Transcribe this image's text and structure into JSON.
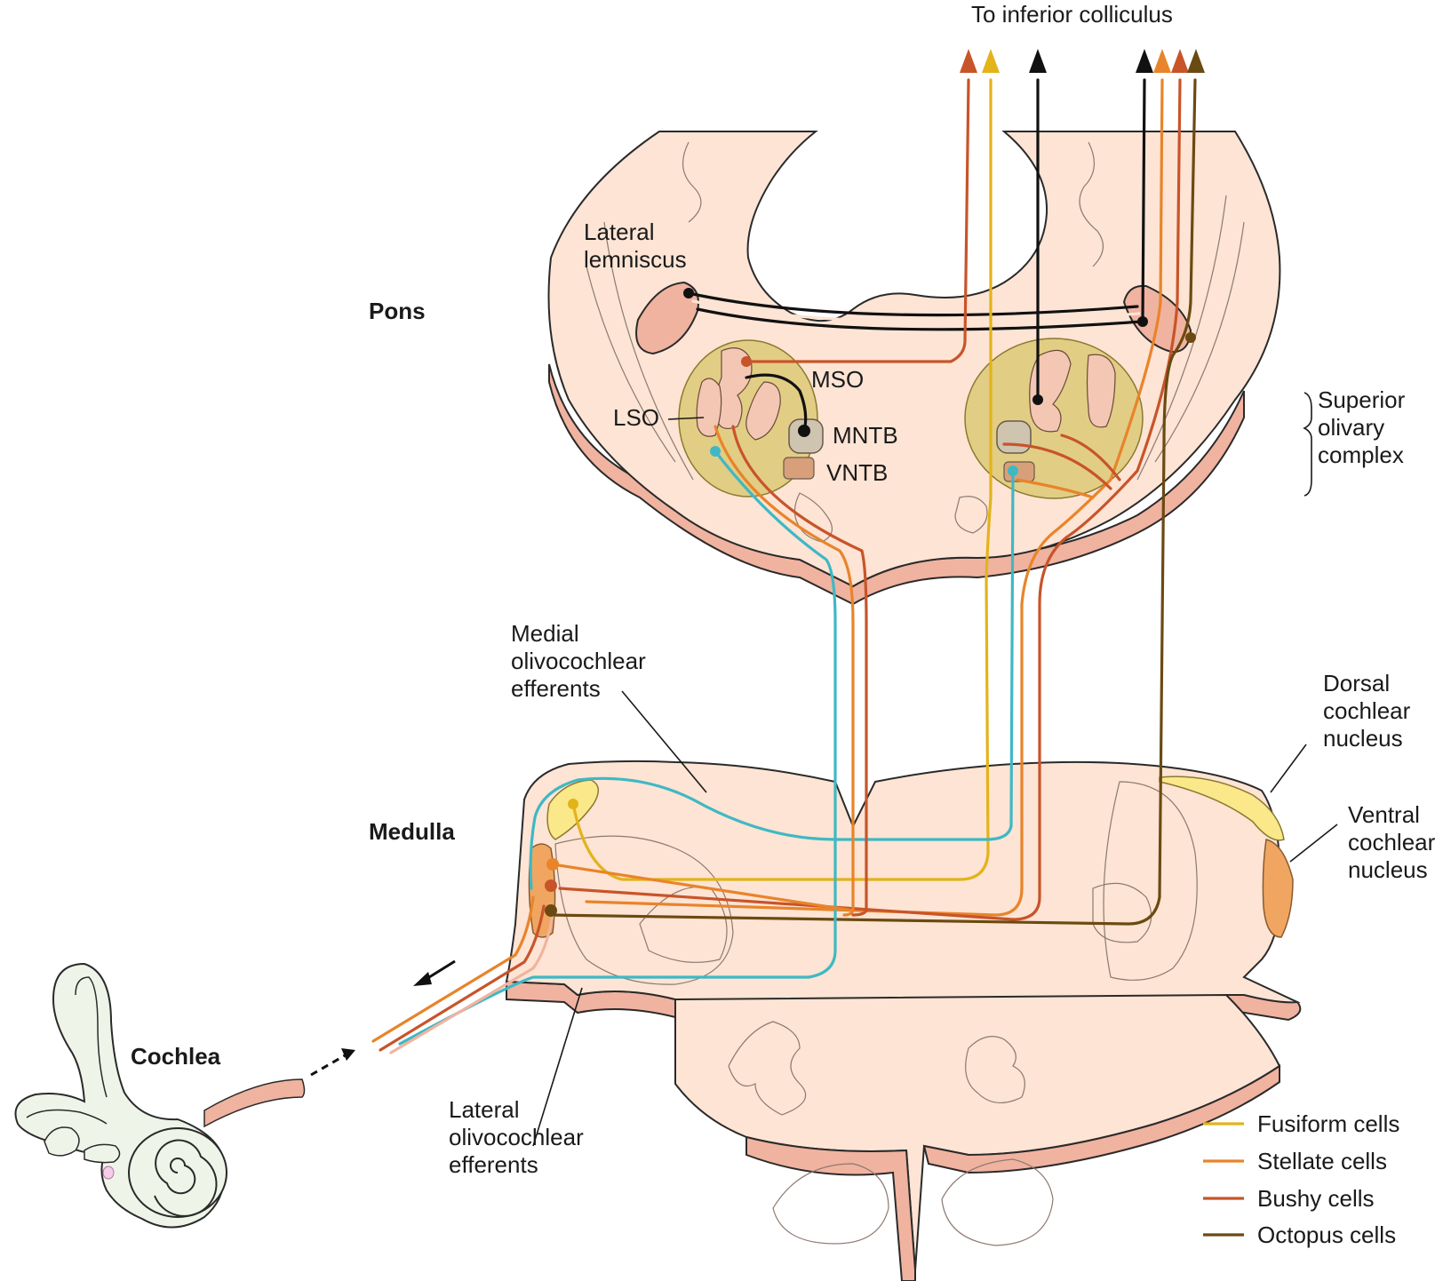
{
  "labels": {
    "top": "To inferior colliculus",
    "pons": "Pons",
    "medulla": "Medulla",
    "cochlea": "Cochlea",
    "lateral_lemniscus": [
      "Lateral",
      "lemniscus"
    ],
    "mso": "MSO",
    "lso": "LSO",
    "mntb": "MNTB",
    "vntb": "VNTB",
    "superior_olivary": [
      "Superior",
      "olivary",
      "complex"
    ],
    "medial_olivo": [
      "Medial",
      "olivocochlear",
      "efferents"
    ],
    "lateral_olivo": [
      "Lateral",
      "olivocochlear",
      "efferents"
    ],
    "dorsal_cochlear": [
      "Dorsal",
      "cochlear",
      "nucleus"
    ],
    "ventral_cochlear": [
      "Ventral",
      "cochlear",
      "nucleus"
    ]
  },
  "legend": [
    {
      "label": "Fusiform cells",
      "color": "#e3b31a"
    },
    {
      "label": "Stellate cells",
      "color": "#e8842a"
    },
    {
      "label": "Bushy cells",
      "color": "#c8542a"
    },
    {
      "label": "Octopus cells",
      "color": "#6b4a12"
    }
  ],
  "colors": {
    "fusiform": "#e3b31a",
    "stellate": "#e8842a",
    "bushy": "#c8542a",
    "octopus": "#6b4a12",
    "olivocochlear": "#3fb8c4",
    "lemniscal": "#111111"
  }
}
